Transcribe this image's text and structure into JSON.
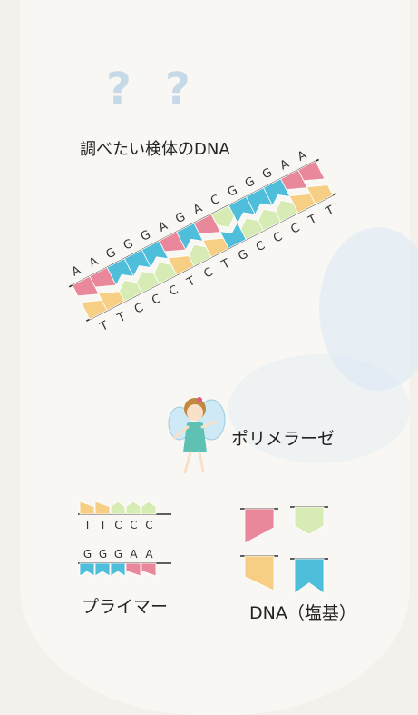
{
  "texts": {
    "title": "調べたい検体のDNA",
    "polymerase": "ポリメラーゼ",
    "primer": "プライマー",
    "base_legend": "DNA（塩基）"
  },
  "colors": {
    "A": "#e9889b",
    "G": "#4fbedb",
    "C": "#d7ebb4",
    "T": "#f6cf84",
    "strand": "#2b2b2b"
  },
  "dna": {
    "top_strand": [
      "A",
      "A",
      "G",
      "G",
      "G",
      "A",
      "G",
      "A",
      "C",
      "G",
      "G",
      "G",
      "A",
      "A"
    ],
    "bottom_strand": [
      "T",
      "T",
      "C",
      "C",
      "C",
      "T",
      "C",
      "T",
      "G",
      "C",
      "C",
      "C",
      "T",
      "T"
    ]
  },
  "primers": {
    "primer_1": [
      "T",
      "T",
      "C",
      "C",
      "C"
    ],
    "primer_2": [
      "G",
      "G",
      "G",
      "A",
      "A"
    ]
  },
  "legend_bases": [
    "A",
    "C",
    "T",
    "G"
  ]
}
